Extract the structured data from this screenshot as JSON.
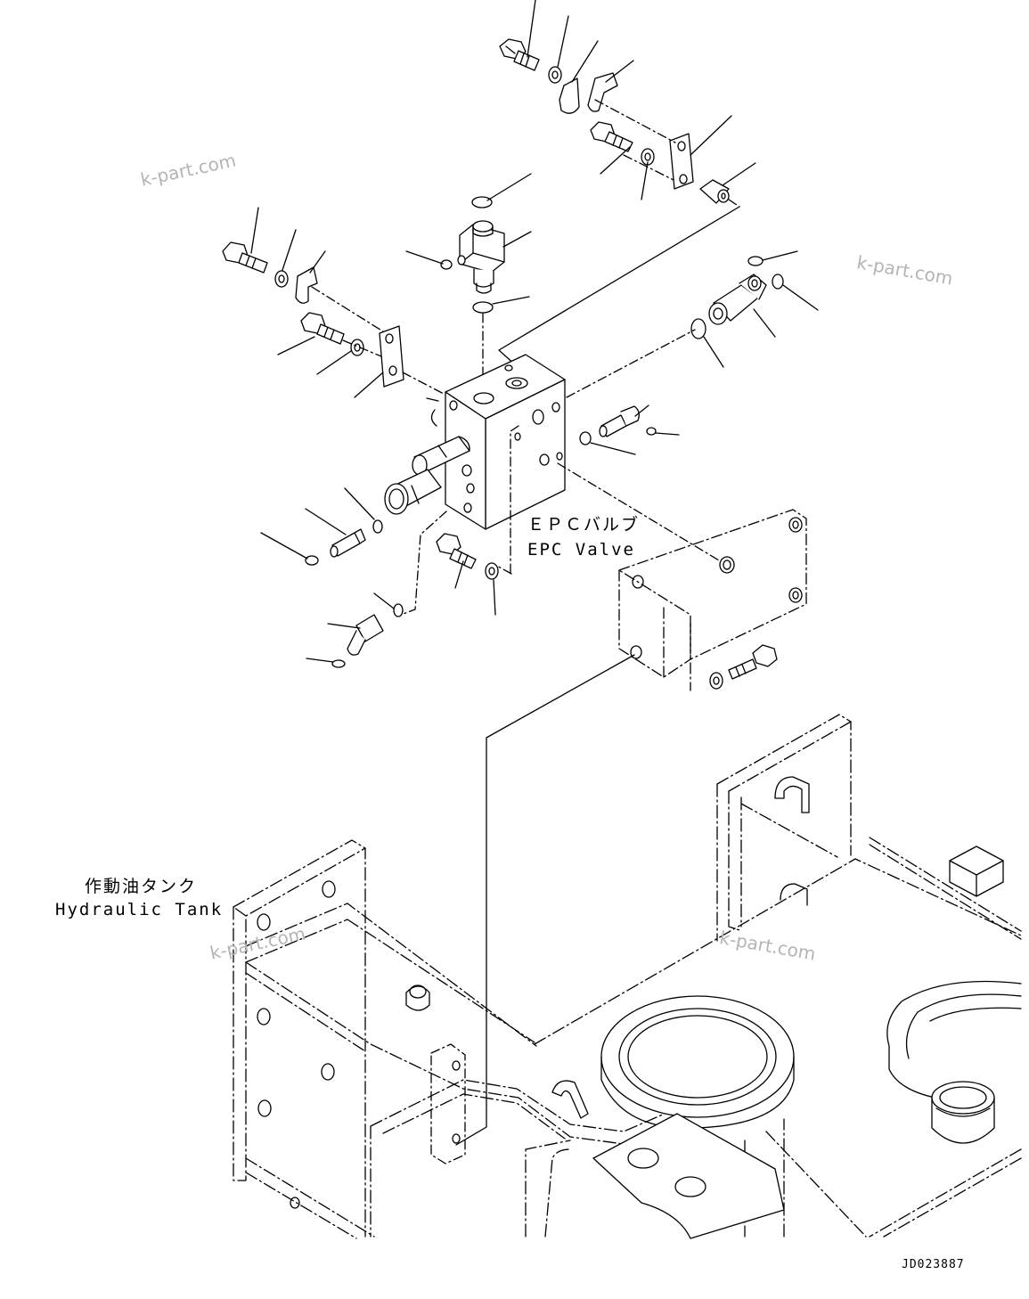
{
  "labels": {
    "epc_valve_jp": "ＥＰＣバルブ",
    "epc_valve_en": "EPC Valve",
    "hydraulic_tank_jp": "作動油タンク",
    "hydraulic_tank_en": "Hydraulic Tank"
  },
  "watermarks": [
    "k-part.com",
    "k-part.com",
    "k-part.com",
    "k-part.com"
  ],
  "drawing_code": "JD023887",
  "colors": {
    "line": "#000000",
    "watermark": "#b4b4b4",
    "background": "#ffffff"
  }
}
